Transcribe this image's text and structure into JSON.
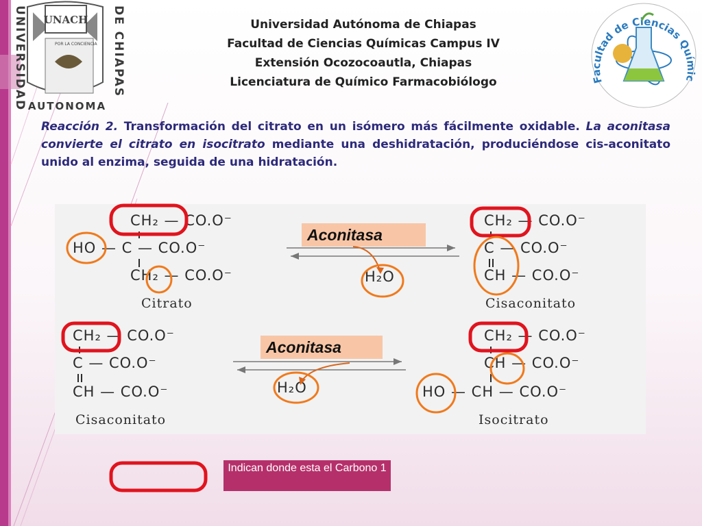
{
  "header": {
    "line1": "Universidad Autónoma de Chiapas",
    "line2": "Facultad de Ciencias Químicas Campus IV",
    "line3": "Extensión Ocozocoautla, Chiapas",
    "line4": "Licenciatura de Químico Farmacobiólogo"
  },
  "logos": {
    "unach": {
      "top": "UNACH",
      "left": "UNIVERSIDAD",
      "right": "DE CHIAPAS",
      "bottom": "AUTONOMA",
      "motto": "POR LA CONCIENCIA"
    },
    "faculty": {
      "ring_text": "Facultad de Ciencias Químicas Ocozocoautla"
    }
  },
  "intro": {
    "r1": "Reacción 2.",
    "r2": " Transformación del citrato en un isómero más fácilmente oxidable. ",
    "r3": "La aconitasa convierte el citrato en isocitrato",
    "r4": " mediante una deshidratación, produciéndose cis-aconitato unido al enzima, seguida de una hidratación."
  },
  "reaction1": {
    "enzyme": "Aconitasa",
    "water": "H₂O",
    "citrato": {
      "row1": "CH₂ — CO.O⁻",
      "row2": "HO — C — CO.O⁻",
      "row3": "CH₂ — CO.O⁻",
      "name": "Citrato"
    },
    "cisaconitato": {
      "row1": "CH₂ — CO.O⁻",
      "row2": "C — CO.O⁻",
      "row3": "CH — CO.O⁻",
      "name": "Cisaconitato"
    }
  },
  "reaction2": {
    "enzyme": "Aconitasa",
    "water": "H₂O",
    "cisaconitato": {
      "row1": "CH₂ — CO.O⁻",
      "row2": "C — CO.O⁻",
      "row3": "CH — CO.O⁻",
      "name": "Cisaconitato"
    },
    "isocitrato": {
      "row1": "CH₂ — CO.O⁻",
      "row2": "CH — CO.O⁻",
      "row3": "HO — CH — CO.O⁻",
      "name": "Isocitrato"
    }
  },
  "legend": {
    "text": "Indican donde esta el Carbono 1"
  },
  "colors": {
    "accent": "#b83a8d",
    "circle_red": "#e0141e",
    "circle_orange": "#f07a1c",
    "note_bg": "#b5306a",
    "text_blue": "#2d2a7a"
  }
}
